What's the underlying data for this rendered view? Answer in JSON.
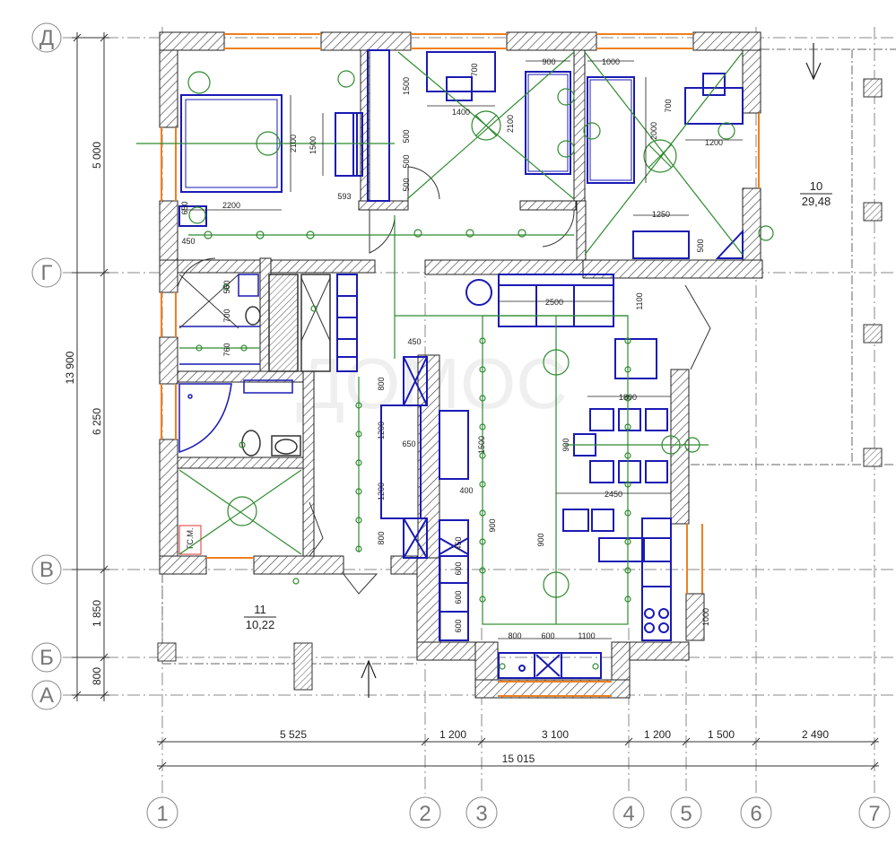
{
  "axes_letters": [
    "Д",
    "Г",
    "В",
    "Б",
    "А"
  ],
  "axes_numbers": [
    "1",
    "2",
    "3",
    "4",
    "5",
    "6",
    "7"
  ],
  "dims_vertical_outer": "13 900",
  "dims_vertical": [
    "5 000",
    "6 250",
    "1 850",
    "800"
  ],
  "dims_horizontal": [
    "5 525",
    "1 200",
    "3 100",
    "1 200",
    "1 500",
    "2 490"
  ],
  "dim_total": "15 015",
  "rooms": [
    {
      "num": "10",
      "area": "29,48"
    },
    {
      "num": "11",
      "area": "10,22"
    }
  ],
  "furniture_dims": {
    "bed1_w": "2200",
    "bed1_h": "2100",
    "d650": "650",
    "d450": "450",
    "wardrobe_h": "1500",
    "d593": "593",
    "d1500b": "1500",
    "d500a": "500",
    "d500b": "500",
    "d500c": "500",
    "d1400": "1400",
    "d700a": "700",
    "d900a": "900",
    "d2100b": "2100",
    "d1000a": "1000",
    "d2000": "2000",
    "d700b": "700",
    "d1200a": "1200",
    "d1250": "1250",
    "d500d": "500",
    "d560": "560",
    "d700c": "700",
    "d760": "760",
    "sofa_w": "2500",
    "sofa_d": "1100",
    "d450b": "450",
    "d800a": "800",
    "d1200b": "1200",
    "d650b": "650",
    "d1200c": "1200",
    "d400": "400",
    "d800b": "800",
    "d1500c": "1500",
    "table_w": "1800",
    "table_d": "900",
    "d2450": "2450",
    "d900c": "900",
    "d900d": "900",
    "d450c": "450",
    "d600a": "600",
    "d600b": "600",
    "d600c": "600",
    "d1000b": "1000",
    "d800c": "800",
    "d600d": "600",
    "d1100": "1100"
  },
  "labels": {
    "boiler": "ГС.М.",
    "watermark": "ДОМОС"
  },
  "colors": {
    "wall_hatch": "#444444",
    "furniture": "#1a1ab4",
    "lighting": "#2e8b2e",
    "window": "#f08020",
    "axis": "#888888"
  }
}
